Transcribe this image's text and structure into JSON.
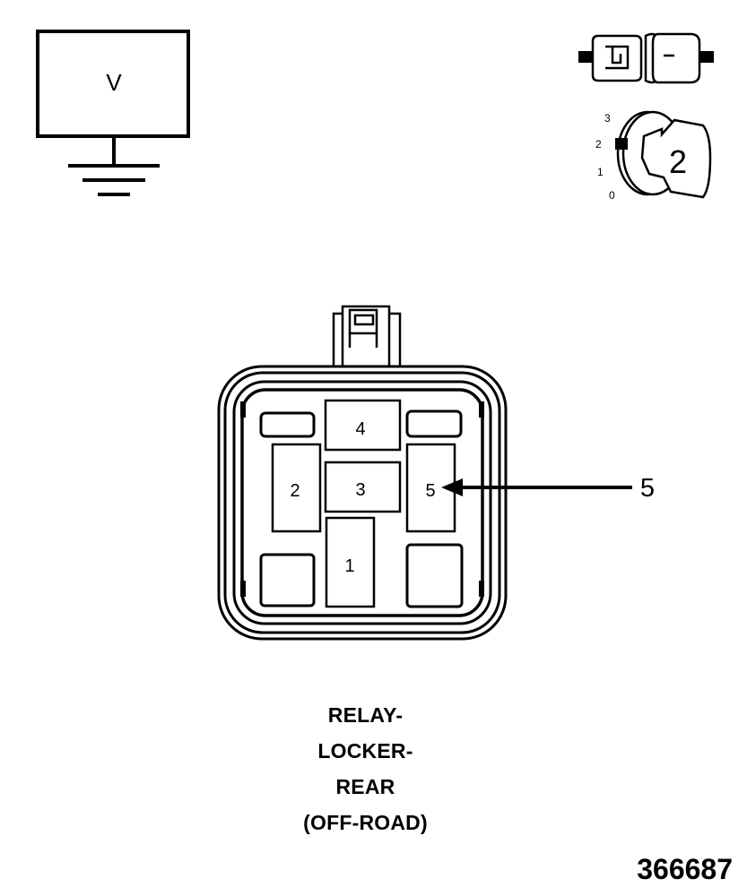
{
  "voltmeter": {
    "symbol": "V"
  },
  "ignition": {
    "positions": [
      "3",
      "2",
      "1",
      "0"
    ],
    "selected_position": "2"
  },
  "connector": {
    "cavities": [
      {
        "id": "cavity-4",
        "label": "4"
      },
      {
        "id": "cavity-2",
        "label": "2"
      },
      {
        "id": "cavity-3",
        "label": "3"
      },
      {
        "id": "cavity-5",
        "label": "5"
      },
      {
        "id": "cavity-1",
        "label": "1"
      }
    ],
    "callout": {
      "label": "5"
    }
  },
  "title": {
    "lines": [
      "RELAY-",
      "LOCKER-",
      "REAR",
      "(OFF-ROAD)"
    ]
  },
  "figure_number": "366687"
}
